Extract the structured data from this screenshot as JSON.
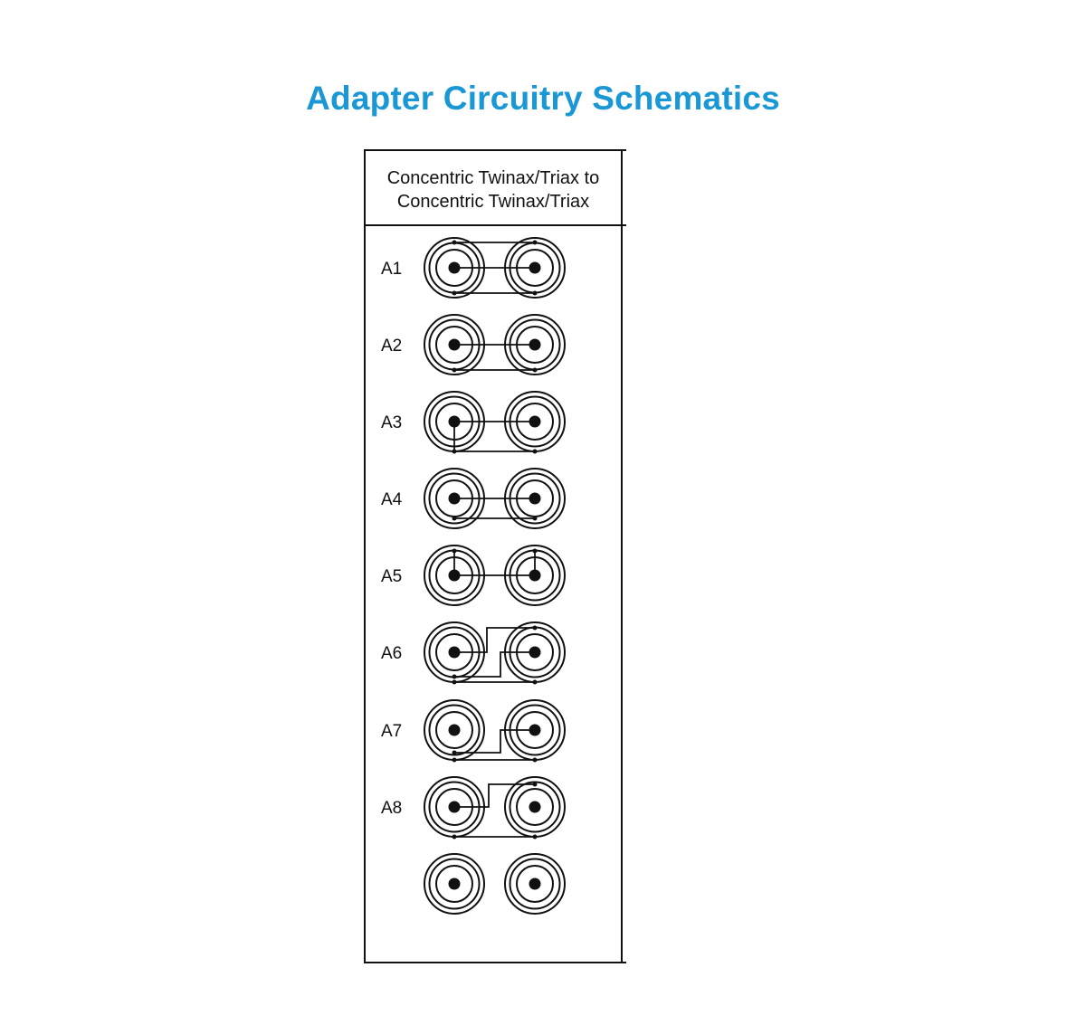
{
  "title": "Adapter Circuitry Schematics",
  "accent_color": "#1a98d5",
  "panel": {
    "header_line1": "Concentric Twinax/Triax to",
    "header_line2": "Concentric Twinax/Triax"
  },
  "rows": [
    {
      "label": "A1",
      "wiring": "A1"
    },
    {
      "label": "A2",
      "wiring": "A2"
    },
    {
      "label": "A3",
      "wiring": "A3"
    },
    {
      "label": "A4",
      "wiring": "A4"
    },
    {
      "label": "A5",
      "wiring": "A5"
    },
    {
      "label": "A6",
      "wiring": "A6"
    },
    {
      "label": "A7",
      "wiring": "A7"
    },
    {
      "label": "A8",
      "wiring": "A8"
    },
    {
      "label": "",
      "wiring": "none"
    }
  ]
}
